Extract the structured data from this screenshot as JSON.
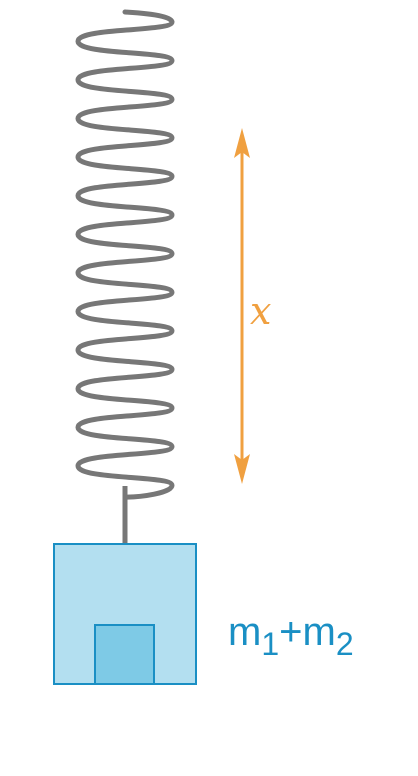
{
  "colors": {
    "spring": "#777777",
    "arrow": "#f0a040",
    "mass_fill": "#b3dff0",
    "mass_inner_fill": "#7ecae6",
    "mass_stroke": "#1a8fc4",
    "label": "#1a8fc4"
  },
  "icons": {
    "spring": "spring-icon",
    "arrow": "double-arrow-icon"
  },
  "labels": {
    "displacement": "x",
    "mass_m1": "m",
    "mass_sub1": "1",
    "mass_plus": "+",
    "mass_m2": "m",
    "mass_sub2": "2"
  }
}
